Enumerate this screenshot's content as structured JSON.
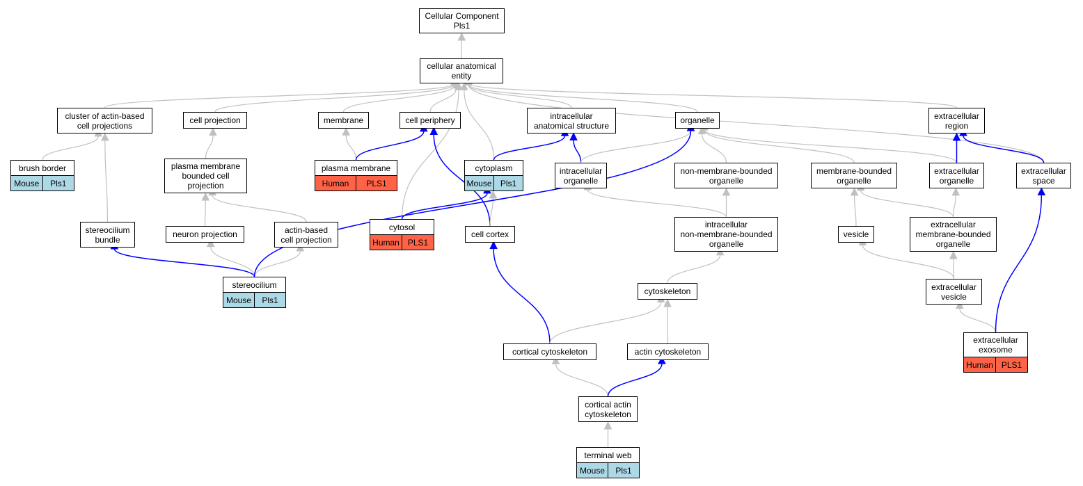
{
  "colors": {
    "annotated_edge": "#0000ff",
    "inferred_edge": "#c0c0c0",
    "mouse_cell": "#add8e6",
    "human_cell": "#ff6347"
  },
  "nodes": {
    "root": {
      "label": "Cellular Component\nPls1"
    },
    "cae": {
      "label": "cellular anatomical\nentity"
    },
    "cluster": {
      "label": "cluster of actin-based\ncell projections"
    },
    "cellproj": {
      "label": "cell projection"
    },
    "membrane": {
      "label": "membrane"
    },
    "periphery": {
      "label": "cell periphery"
    },
    "ias": {
      "label": "intracellular\nanatomical structure"
    },
    "organelle": {
      "label": "organelle"
    },
    "ecregion": {
      "label": "extracellular\nregion"
    },
    "brush": {
      "label": "brush border",
      "cells": [
        {
          "text": "Mouse",
          "kind": "mouse"
        },
        {
          "text": "Pls1",
          "kind": "mouse"
        }
      ]
    },
    "pmbcp": {
      "label": "plasma membrane\nbounded cell\nprojection"
    },
    "plasma": {
      "label": "plasma membrane",
      "cells": [
        {
          "text": "Human",
          "kind": "human"
        },
        {
          "text": "PLS1",
          "kind": "human"
        }
      ]
    },
    "cytoplasm": {
      "label": "cytoplasm",
      "cells": [
        {
          "text": "Mouse",
          "kind": "mouse"
        },
        {
          "text": "Pls1",
          "kind": "mouse"
        }
      ]
    },
    "intorg": {
      "label": "intracellular\norganelle"
    },
    "nmbo": {
      "label": "non-membrane-bounded\norganelle"
    },
    "mbo": {
      "label": "membrane-bounded\norganelle"
    },
    "ecorg": {
      "label": "extracellular\norganelle"
    },
    "ecspace": {
      "label": "extracellular\nspace"
    },
    "sbundle": {
      "label": "stereocilium\nbundle"
    },
    "neuron": {
      "label": "neuron projection"
    },
    "abcp": {
      "label": "actin-based\ncell projection"
    },
    "cytosol": {
      "label": "cytosol",
      "cells": [
        {
          "text": "Human",
          "kind": "human"
        },
        {
          "text": "PLS1",
          "kind": "human"
        }
      ]
    },
    "cortex": {
      "label": "cell cortex"
    },
    "inmbo": {
      "label": "intracellular\nnon-membrane-bounded\norganelle"
    },
    "vesicle": {
      "label": "vesicle"
    },
    "ecmbo": {
      "label": "extracellular\nmembrane-bounded\norganelle"
    },
    "stereocilium": {
      "label": "stereocilium",
      "cells": [
        {
          "text": "Mouse",
          "kind": "mouse"
        },
        {
          "text": "Pls1",
          "kind": "mouse"
        }
      ]
    },
    "cytoskeleton": {
      "label": "cytoskeleton"
    },
    "ecvesicle": {
      "label": "extracellular\nvesicle"
    },
    "corticalcs": {
      "label": "cortical cytoskeleton"
    },
    "actincs": {
      "label": "actin cytoskeleton"
    },
    "exosome": {
      "label": "extracellular\nexosome",
      "cells": [
        {
          "text": "Human",
          "kind": "human"
        },
        {
          "text": "PLS1",
          "kind": "human"
        }
      ]
    },
    "cacs": {
      "label": "cortical actin\ncytoskeleton"
    },
    "terminal": {
      "label": "terminal web",
      "cells": [
        {
          "text": "Mouse",
          "kind": "mouse"
        },
        {
          "text": "Pls1",
          "kind": "mouse"
        }
      ]
    }
  },
  "edges": [
    {
      "from": "cae",
      "to": "root",
      "kind": "inferred"
    },
    {
      "from": "cluster",
      "to": "cae",
      "kind": "inferred"
    },
    {
      "from": "cellproj",
      "to": "cae",
      "kind": "inferred"
    },
    {
      "from": "membrane",
      "to": "cae",
      "kind": "inferred"
    },
    {
      "from": "periphery",
      "to": "cae",
      "kind": "inferred"
    },
    {
      "from": "ias",
      "to": "cae",
      "kind": "inferred"
    },
    {
      "from": "organelle",
      "to": "cae",
      "kind": "inferred"
    },
    {
      "from": "ecregion",
      "to": "cae",
      "kind": "inferred"
    },
    {
      "from": "ecspace",
      "to": "cae",
      "kind": "inferred"
    },
    {
      "from": "cytosol",
      "to": "cae",
      "kind": "inferred"
    },
    {
      "from": "cytoplasm",
      "to": "cae",
      "kind": "inferred"
    },
    {
      "from": "brush",
      "to": "cluster",
      "kind": "inferred"
    },
    {
      "from": "sbundle",
      "to": "cluster",
      "kind": "inferred"
    },
    {
      "from": "pmbcp",
      "to": "cellproj",
      "kind": "inferred"
    },
    {
      "from": "plasma",
      "to": "membrane",
      "kind": "inferred"
    },
    {
      "from": "plasma",
      "to": "periphery",
      "kind": "annotated"
    },
    {
      "from": "cortex",
      "to": "periphery",
      "kind": "annotated"
    },
    {
      "from": "cytoplasm",
      "to": "ias",
      "kind": "annotated"
    },
    {
      "from": "intorg",
      "to": "ias",
      "kind": "annotated"
    },
    {
      "from": "intorg",
      "to": "organelle",
      "kind": "inferred"
    },
    {
      "from": "nmbo",
      "to": "organelle",
      "kind": "inferred"
    },
    {
      "from": "mbo",
      "to": "organelle",
      "kind": "inferred"
    },
    {
      "from": "ecorg",
      "to": "organelle",
      "kind": "inferred"
    },
    {
      "from": "ecorg",
      "to": "ecregion",
      "kind": "annotated"
    },
    {
      "from": "ecspace",
      "to": "ecregion",
      "kind": "annotated"
    },
    {
      "from": "neuron",
      "to": "pmbcp",
      "kind": "inferred"
    },
    {
      "from": "abcp",
      "to": "pmbcp",
      "kind": "inferred"
    },
    {
      "from": "cytosol",
      "to": "cytoplasm",
      "kind": "annotated"
    },
    {
      "from": "cortex",
      "to": "cytoplasm",
      "kind": "inferred"
    },
    {
      "from": "inmbo",
      "to": "intorg",
      "kind": "inferred"
    },
    {
      "from": "inmbo",
      "to": "nmbo",
      "kind": "inferred"
    },
    {
      "from": "vesicle",
      "to": "mbo",
      "kind": "inferred"
    },
    {
      "from": "ecmbo",
      "to": "mbo",
      "kind": "inferred"
    },
    {
      "from": "ecmbo",
      "to": "ecorg",
      "kind": "inferred"
    },
    {
      "from": "stereocilium",
      "to": "sbundle",
      "kind": "annotated"
    },
    {
      "from": "stereocilium",
      "to": "neuron",
      "kind": "inferred"
    },
    {
      "from": "stereocilium",
      "to": "abcp",
      "kind": "inferred"
    },
    {
      "from": "stereocilium",
      "to": "organelle",
      "kind": "annotated"
    },
    {
      "from": "cytoskeleton",
      "to": "inmbo",
      "kind": "inferred"
    },
    {
      "from": "ecvesicle",
      "to": "vesicle",
      "kind": "inferred"
    },
    {
      "from": "ecvesicle",
      "to": "ecmbo",
      "kind": "inferred"
    },
    {
      "from": "corticalcs",
      "to": "cortex",
      "kind": "annotated"
    },
    {
      "from": "corticalcs",
      "to": "cytoskeleton",
      "kind": "inferred"
    },
    {
      "from": "actincs",
      "to": "cytoskeleton",
      "kind": "inferred"
    },
    {
      "from": "exosome",
      "to": "ecvesicle",
      "kind": "inferred"
    },
    {
      "from": "exosome",
      "to": "ecspace",
      "kind": "annotated"
    },
    {
      "from": "cacs",
      "to": "corticalcs",
      "kind": "inferred"
    },
    {
      "from": "cacs",
      "to": "actincs",
      "kind": "annotated"
    },
    {
      "from": "terminal",
      "to": "cacs",
      "kind": "inferred"
    }
  ]
}
